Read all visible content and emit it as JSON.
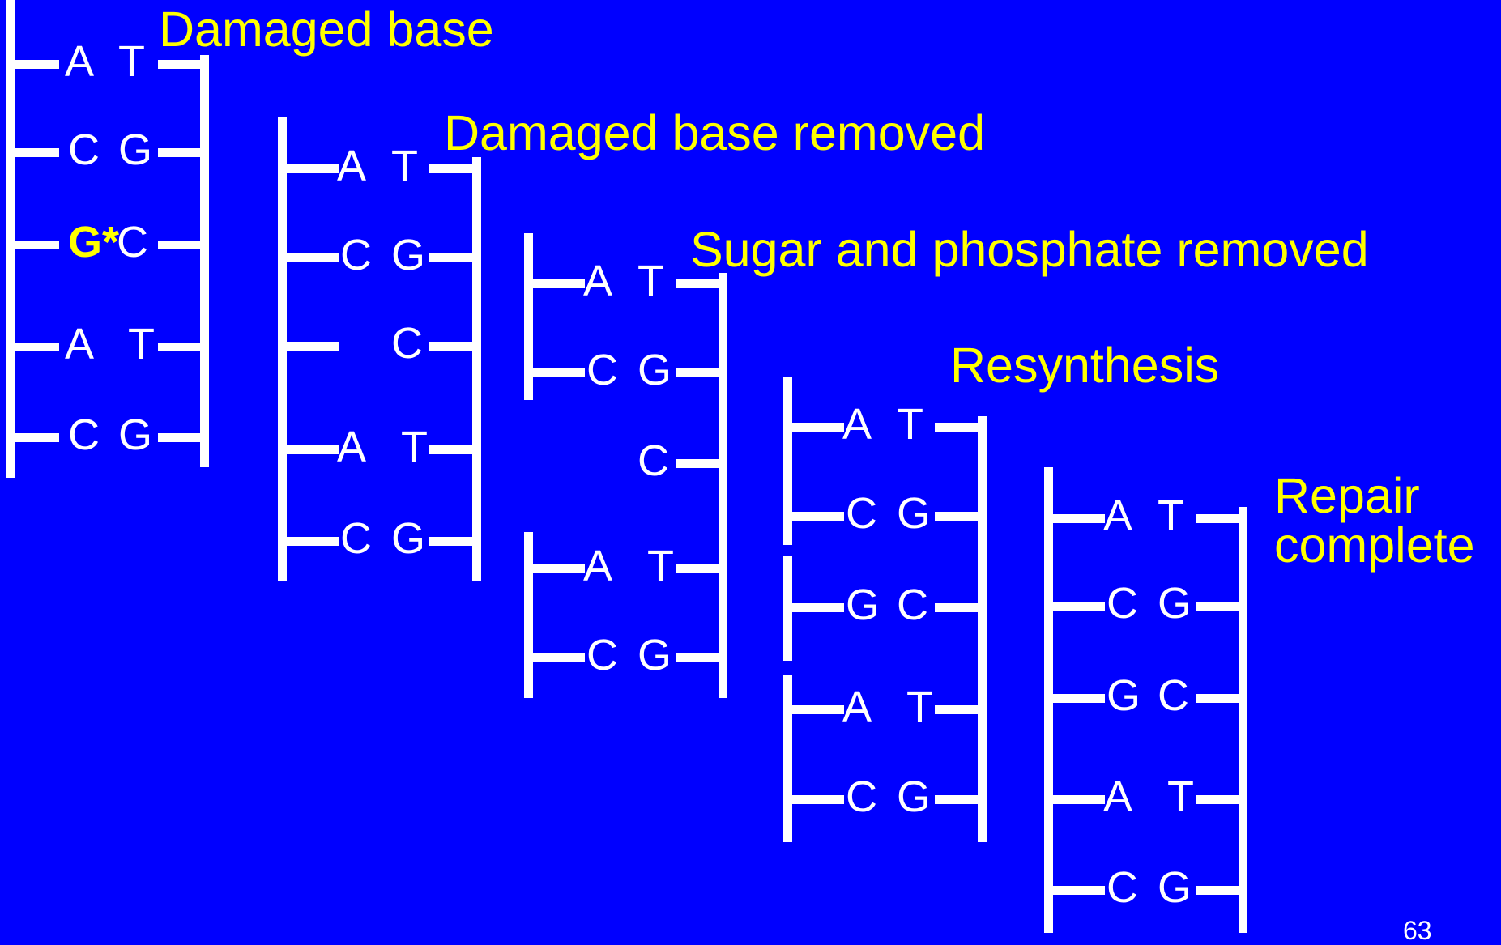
{
  "colors": {
    "background": "#0000ff",
    "ladder": "#ffffff",
    "caption": "#ffff00",
    "damaged": "#ffff00"
  },
  "captions": {
    "damaged_base": "Damaged base",
    "damaged_base_removed": "Damaged base removed",
    "sugar_phosphate_removed": "Sugar and phosphate removed",
    "resynthesis": "Resynthesis",
    "repair_complete": "Repair complete"
  },
  "slide_number": "63",
  "stages": [
    {
      "name": "damaged-base",
      "pairs": [
        {
          "left": "A",
          "right": "T"
        },
        {
          "left": "C",
          "right": "G"
        },
        {
          "left": "G*",
          "right": "C",
          "damaged": true
        },
        {
          "left": "A",
          "right": "T"
        },
        {
          "left": "C",
          "right": "G"
        }
      ]
    },
    {
      "name": "damaged-base-removed",
      "pairs": [
        {
          "left": "A",
          "right": "T"
        },
        {
          "left": "C",
          "right": "G"
        },
        {
          "left": "",
          "right": "C"
        },
        {
          "left": "A",
          "right": "T"
        },
        {
          "left": "C",
          "right": "G"
        }
      ]
    },
    {
      "name": "sugar-phosphate-removed",
      "pairs": [
        {
          "left": "A",
          "right": "T"
        },
        {
          "left": "C",
          "right": "G"
        },
        {
          "left": "",
          "right": "C"
        },
        {
          "left": "A",
          "right": "T"
        },
        {
          "left": "C",
          "right": "G"
        }
      ]
    },
    {
      "name": "resynthesis",
      "pairs": [
        {
          "left": "A",
          "right": "T"
        },
        {
          "left": "C",
          "right": "G"
        },
        {
          "left": "G",
          "right": "C"
        },
        {
          "left": "A",
          "right": "T"
        },
        {
          "left": "C",
          "right": "G"
        }
      ]
    },
    {
      "name": "repair-complete",
      "pairs": [
        {
          "left": "A",
          "right": "T"
        },
        {
          "left": "C",
          "right": "G"
        },
        {
          "left": "G",
          "right": "C"
        },
        {
          "left": "A",
          "right": "T"
        },
        {
          "left": "C",
          "right": "G"
        }
      ]
    }
  ]
}
